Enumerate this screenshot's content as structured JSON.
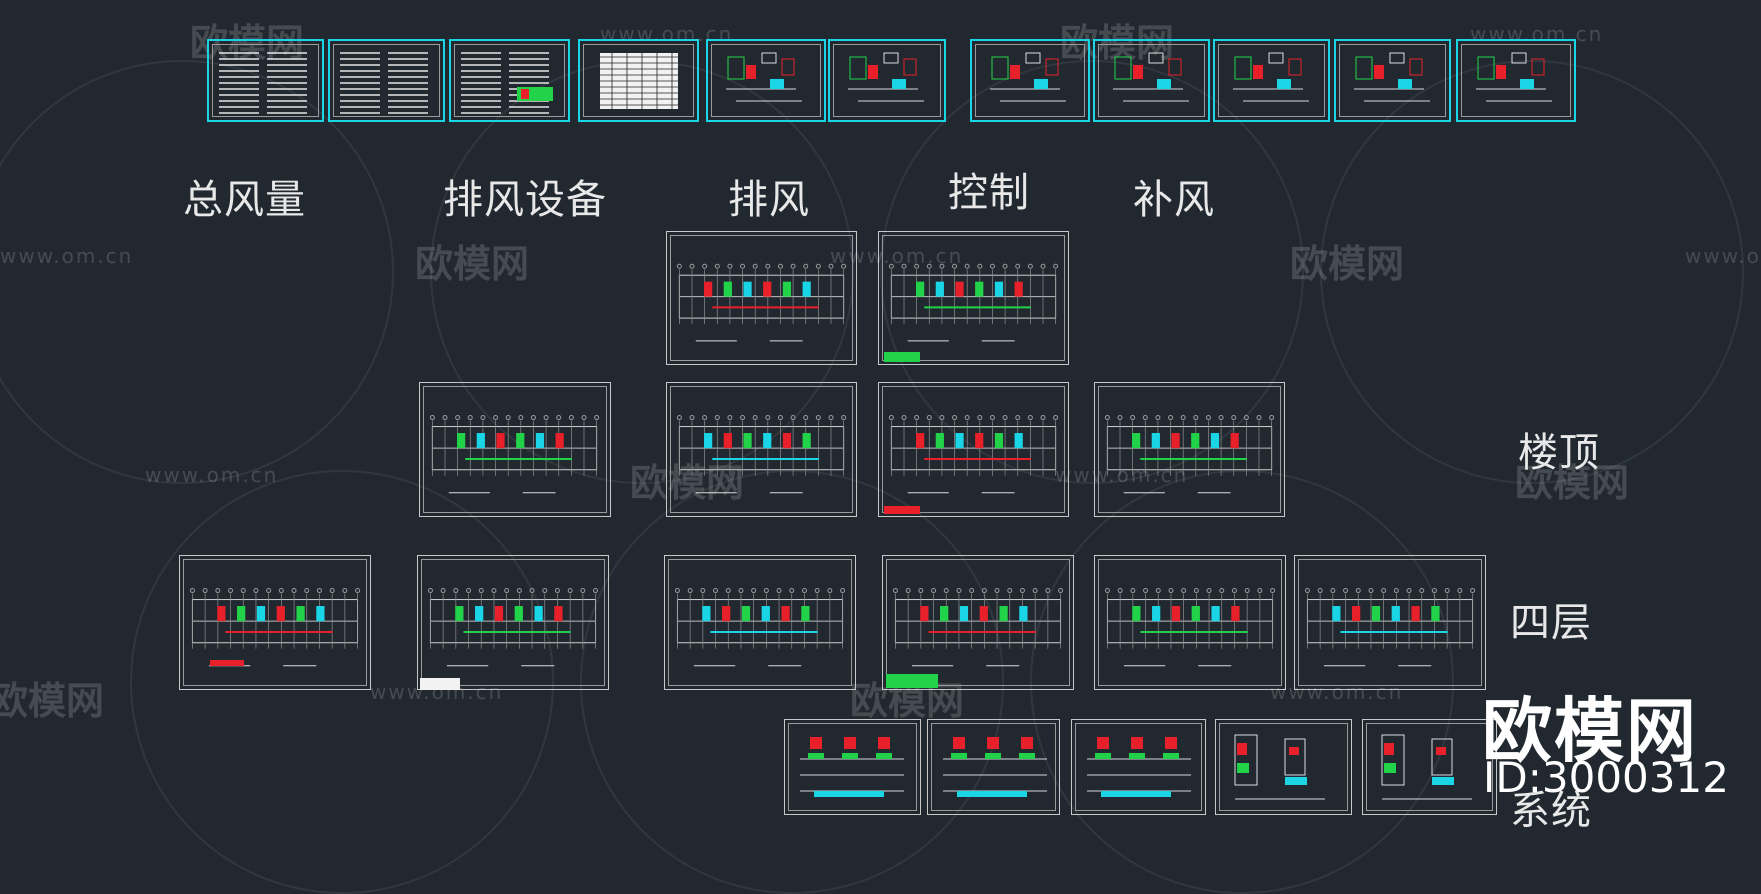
{
  "watermark": {
    "url": "www.om.cn",
    "brand": "欧模网"
  },
  "column_labels": {
    "total_air_volume": "总风量",
    "exhaust_equipment": "排风设备",
    "exhaust": "排风",
    "control": "控制",
    "makeup_air": "补风"
  },
  "row_labels": {
    "roof": "楼顶",
    "fourth_floor": "四层",
    "system": "系统"
  },
  "logo": {
    "name": "欧模网",
    "id": "ID:3000312"
  },
  "colors": {
    "background": "#212830",
    "highlight_border": "#19d5e6",
    "sheet_border": "#c8c8c8",
    "drawing_red": "#e8202a",
    "drawing_green": "#22d34a",
    "drawing_cyan": "#19d5e6"
  }
}
